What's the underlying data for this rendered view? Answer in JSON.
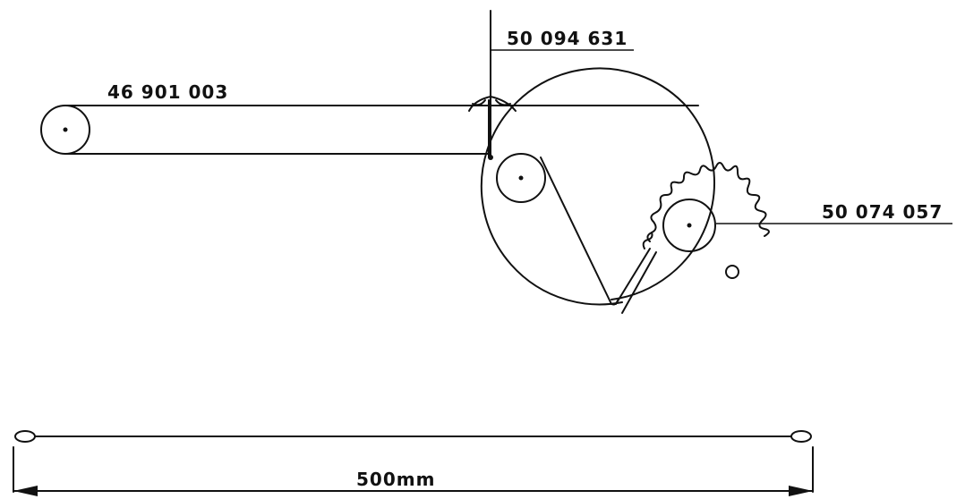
{
  "labels": {
    "part_top": "50 094 631",
    "part_left": "46 901 003",
    "part_right": "50 074 057",
    "dimension": "500mm"
  },
  "colors": {
    "ink": "#111111",
    "background": "#ffffff"
  }
}
